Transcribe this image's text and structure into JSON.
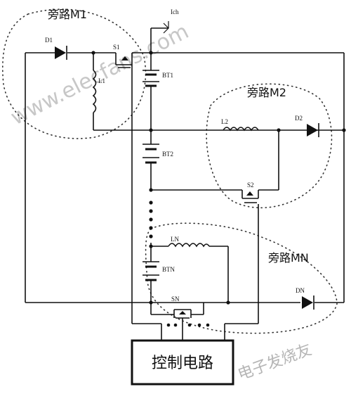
{
  "labels": {
    "ich": "Ich",
    "d1": "D1",
    "s1": "S1",
    "l1": "L1",
    "bt1": "BT1",
    "bypass_m1": "旁路M1",
    "bypass_m2": "旁路M2",
    "l2": "L2",
    "d2": "D2",
    "bt2": "BT2",
    "s2": "S2",
    "ln": "LN",
    "btn": "BTN",
    "bypass_mn": "旁路MN",
    "dn": "DN",
    "sn": "SN",
    "control": "控制电路"
  },
  "watermarks": {
    "site": "www.elecfans.com",
    "brand": "电子发烧友"
  }
}
